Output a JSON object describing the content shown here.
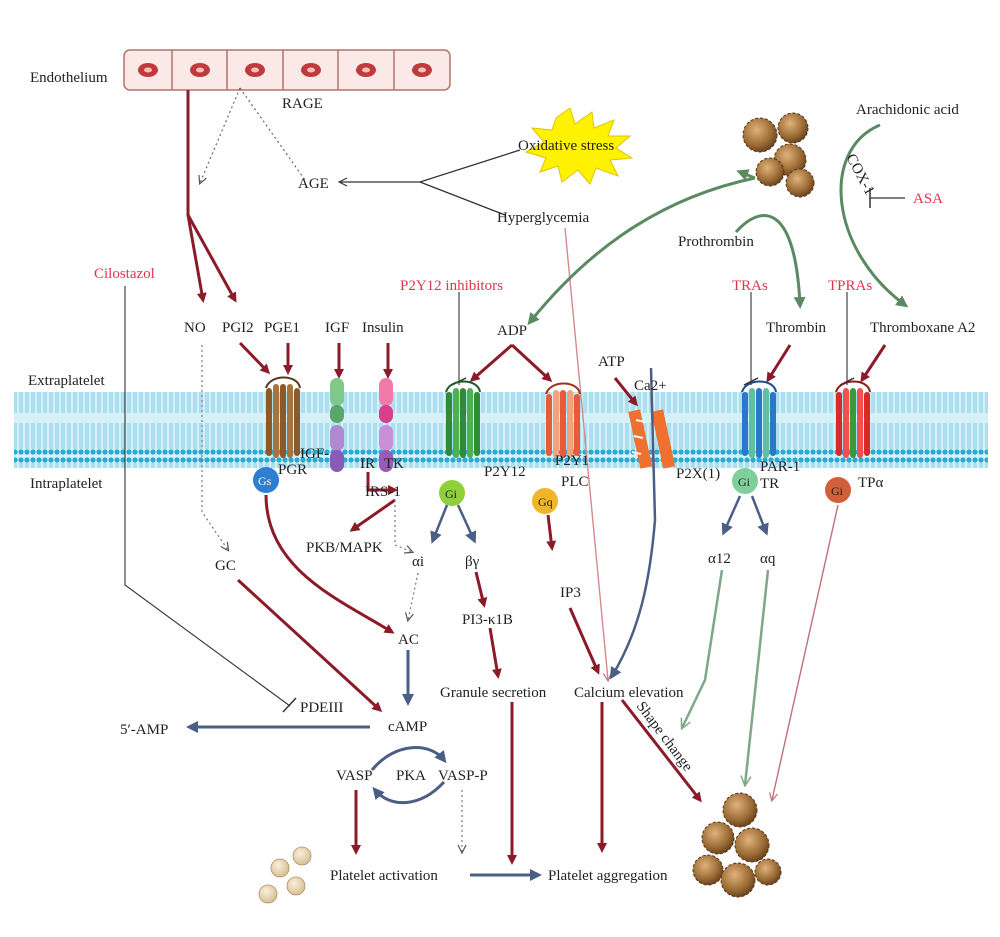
{
  "colors": {
    "inhibitor_text": "#e0354d",
    "pathway_red": "#8c1a28",
    "pathway_blue": "#4a5e86",
    "pathway_green": "#5b8a62",
    "membrane": "#44b7d8",
    "membrane_light": "#bfe8f5"
  },
  "labels": {
    "endothelium": "Endothelium",
    "rage": "RAGE",
    "age": "AGE",
    "oxidative_stress": "Oxidative stress",
    "hyperglycemia": "Hyperglycemia",
    "arachidonic_acid": "Arachidonic acid",
    "cox1": "COX-1",
    "asa": "ASA",
    "prothrombin": "Prothrombin",
    "cilostazol": "Cilostazol",
    "p2y12_inhibitors": "P2Y12 inhibitors",
    "tras": "TRAs",
    "tpras": "TPRAs",
    "no": "NO",
    "pgi2": "PGI2",
    "pge1": "PGE1",
    "igf": "IGF",
    "insulin": "Insulin",
    "adp": "ADP",
    "atp": "ATP",
    "ca2": "Ca2+",
    "thrombin": "Thrombin",
    "thromboxane_a2": "Thromboxane A2",
    "extraplatelet": "Extraplatelet",
    "intraplatelet": "Intraplatelet",
    "igf1": "IGF-",
    "pgr": "PGR",
    "ir": "IR",
    "tk": "TK",
    "irs1": "IRS-1",
    "p2y12": "P2Y12",
    "p2y1": "P2Y1",
    "plc": "PLC",
    "p2x1": "P2X(1)",
    "par1": "PAR-1",
    "tr": "TR",
    "tpa": "TPα",
    "gs": "Gs",
    "gi": "Gi",
    "gq": "Gq",
    "pkb_mapk": "PKB/MAPK",
    "alpha_i": "αi",
    "beta_gamma": "βγ",
    "gc": "GC",
    "ac": "AC",
    "pi3k": "PI3-κ1B",
    "ip3": "IP3",
    "alpha12": "α12",
    "alpha_q": "αq",
    "pdeiii": "PDEIII",
    "five_amp": "5′-AMP",
    "camp": "cAMP",
    "granule_secretion": "Granule secretion",
    "calcium_elevation": "Calcium elevation",
    "shape_change": "Shape change",
    "vasp": "VASP",
    "pka": "PKA",
    "vasp_p": "VASP-P",
    "platelet_activation": "Platelet activation",
    "platelet_aggregation": "Platelet aggregation"
  }
}
